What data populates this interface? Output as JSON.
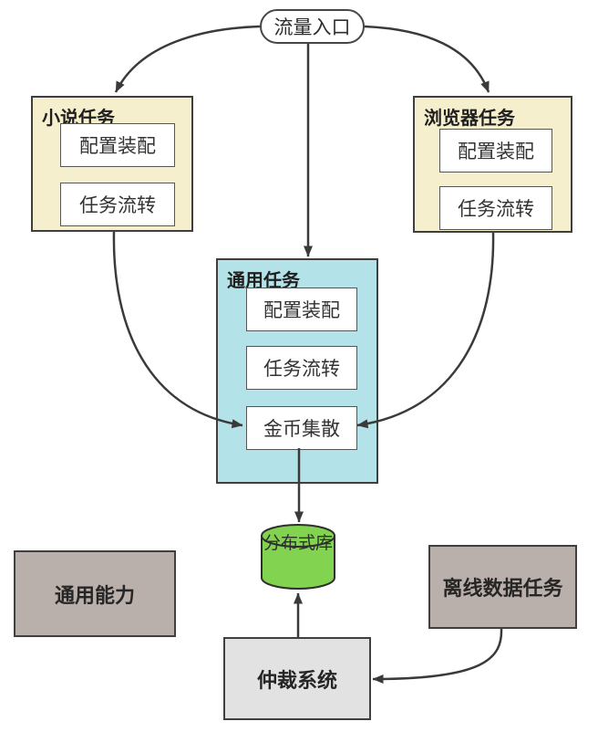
{
  "diagram": {
    "entry": {
      "label": "流量入口"
    },
    "novel_task": {
      "title": "小说任务",
      "items": [
        "配置装配",
        "任务流转"
      ]
    },
    "browser_task": {
      "title": "浏览器任务",
      "items": [
        "配置装配",
        "任务流转"
      ]
    },
    "common_task": {
      "title": "通用任务",
      "items": [
        "配置装配",
        "任务流转",
        "金币集散"
      ]
    },
    "database": {
      "label": "分布式库"
    },
    "common_ability": {
      "label": "通用能力"
    },
    "offline_data_task": {
      "label": "离线数据任务"
    },
    "arbitration_system": {
      "label": "仲裁系统"
    },
    "edges": [
      {
        "from": "流量入口",
        "to": "小说任务"
      },
      {
        "from": "流量入口",
        "to": "通用任务"
      },
      {
        "from": "流量入口",
        "to": "浏览器任务"
      },
      {
        "from": "小说任务",
        "to": "金币集散"
      },
      {
        "from": "浏览器任务",
        "to": "金币集散"
      },
      {
        "from": "金币集散",
        "to": "分布式库"
      },
      {
        "from": "仲裁系统",
        "to": "分布式库"
      },
      {
        "from": "离线数据任务",
        "to": "仲裁系统"
      }
    ],
    "colors": {
      "task_container": "#f5efcd",
      "common_container": "#b3e3e8",
      "database_fill": "#82d34f",
      "ability_fill": "#b9afab",
      "arbitration_fill": "#e2e2e2",
      "arrow": "#3a3a3a",
      "border": "#3f3f3f"
    }
  }
}
